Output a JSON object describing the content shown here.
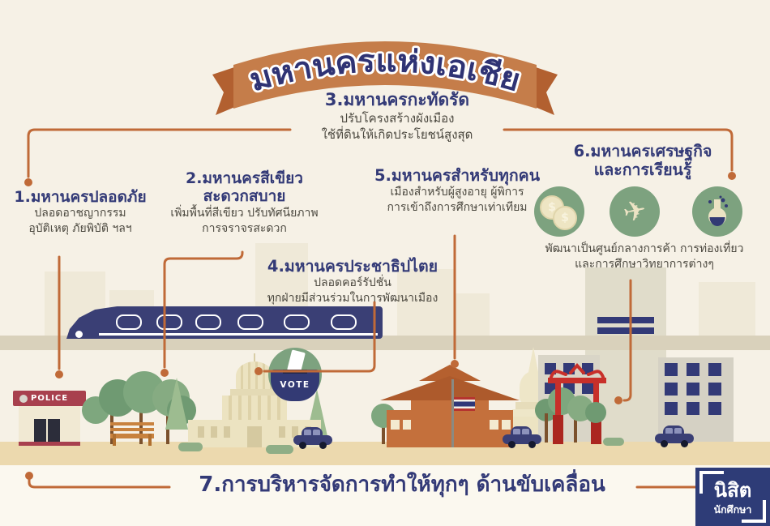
{
  "banner": {
    "title": "มหานครแห่งเอเชีย"
  },
  "points": {
    "p1": {
      "title": "1.มหานครปลอดภัย",
      "lines": [
        "ปลอดอาชญากรรม",
        "อุบัติเหตุ ภัยพิบัติ ฯลฯ"
      ]
    },
    "p2": {
      "title_line1": "2.มหานครสีเขียว",
      "title_line2": "สะดวกสบาย",
      "lines": [
        "เพิ่มพื้นที่สีเขียว ปรับทัศนียภาพ",
        "การจราจรสะดวก"
      ]
    },
    "p3": {
      "title": "3.มหานครกะทัดรัด",
      "lines": [
        "ปรับโครงสร้างผังเมือง",
        "ใช้ที่ดินให้เกิดประโยชน์สูงสุด"
      ]
    },
    "p4": {
      "title": "4.มหานครประชาธิปไตย",
      "lines": [
        "ปลอดคอร์รัปชั่น",
        "ทุกฝ่ายมีส่วนร่วมในการพัฒนาเมือง"
      ]
    },
    "p5": {
      "title": "5.มหานครสำหรับทุกคน",
      "lines": [
        "เมืองสำหรับผู้สูงอายุ ผู้พิการ",
        "การเข้าถึงการศึกษาเท่าเทียม"
      ]
    },
    "p6": {
      "title_line1": "6.มหานครเศรษฐกิจ",
      "title_line2": "และการเรียนรู้",
      "lines": [
        "พัฒนาเป็นศูนย์กลางการค้า การท่องเที่ยว",
        "และการศึกษาวิทยาการต่างๆ"
      ],
      "icons": [
        "coins",
        "airplane",
        "flask"
      ],
      "coin_symbol": "$",
      "plane_glyph": "✈"
    },
    "p7": {
      "title": "7.การบริหารจัดการทำให้ทุกๆ ด้านขับเคลื่อน"
    }
  },
  "city": {
    "police_sign": "POLICE",
    "vote_label": "VOTE"
  },
  "logo": {
    "line1": "นิสิต",
    "line2": "นักศึกษา"
  },
  "colors": {
    "background": "#f6f1e6",
    "ribbon": "#c57d4a",
    "heading_navy": "#333a77",
    "connector_orange": "#c06a38",
    "icon_green": "#7da27f",
    "swing_red": "#c8302a",
    "train_navy": "#3a3f75",
    "ground_tan": "#ecd9ae",
    "police_maroon": "#a8404e",
    "logo_navy": "#2e3c77"
  }
}
